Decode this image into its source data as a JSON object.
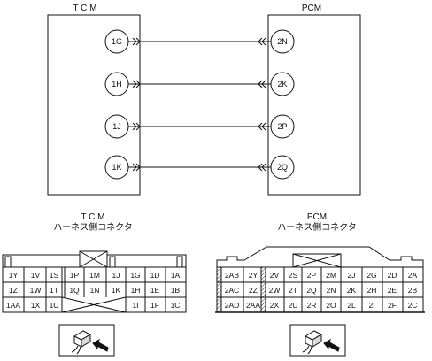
{
  "wiring": {
    "tcm_title": "T C M",
    "pcm_title": "PCM",
    "connections": [
      {
        "tcm_pin": "1G",
        "pcm_pin": "2N"
      },
      {
        "tcm_pin": "1H",
        "pcm_pin": "2K"
      },
      {
        "tcm_pin": "1J",
        "pcm_pin": "2P"
      },
      {
        "tcm_pin": "1K",
        "pcm_pin": "2Q"
      }
    ]
  },
  "tcm_connector": {
    "title_line1": "T C M",
    "title_line2": "ハーネス側コネクタ",
    "rows": [
      [
        "1Y",
        "1V",
        "1S",
        "1P",
        "1M",
        "1J",
        "1G",
        "1D",
        "1A"
      ],
      [
        "1Z",
        "1W",
        "1T",
        "1Q",
        "1N",
        "1K",
        "1H",
        "1E",
        "1B"
      ],
      [
        "1AA",
        "1X",
        "1U",
        "",
        "",
        "",
        "1I",
        "1F",
        "1C"
      ]
    ]
  },
  "pcm_connector": {
    "title_line1": "PCM",
    "title_line2": "ハーネス側コネクタ",
    "rows": [
      [
        "2AB",
        "2Y",
        "2V",
        "2S",
        "2P",
        "2M",
        "2J",
        "2G",
        "2D",
        "2A"
      ],
      [
        "2AC",
        "2Z",
        "2W",
        "2T",
        "2Q",
        "2N",
        "2K",
        "2H",
        "2E",
        "2B"
      ],
      [
        "2AD",
        "2AA",
        "2X",
        "2U",
        "2R",
        "2O",
        "2L",
        "2I",
        "2F",
        "2C"
      ]
    ]
  }
}
